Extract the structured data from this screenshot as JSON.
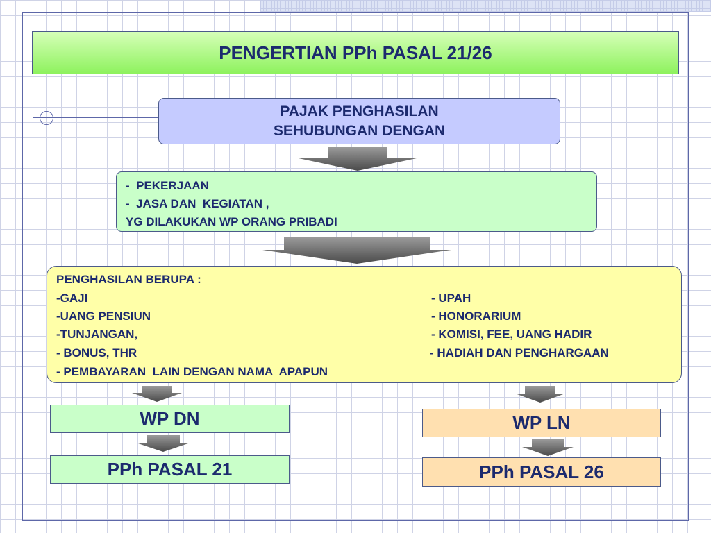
{
  "title": "PENGERTIAN PPh PASAL 21/26",
  "pajak": {
    "line1": "PAJAK PENGHASILAN",
    "line2": "SEHUBUNGAN DENGAN"
  },
  "pekerjaan": {
    "line1": "-  PEKERJAAN",
    "line2": "-  JASA DAN  KEGIATAN ,",
    "line3": "YG DILAKUKAN WP ORANG PRIBADI"
  },
  "penghasilan": {
    "heading": "PENGHASILAN BERUPA :",
    "left": [
      "-GAJI",
      "-UANG PENSIUN",
      "-TUNJANGAN,",
      "- BONUS, THR",
      "- PEMBAYARAN  LAIN DENGAN NAMA  APAPUN"
    ],
    "right": [
      "- UPAH",
      "- HONORARIUM",
      "- KOMISI, FEE, UANG HADIR",
      "- HADIAH DAN PENGHARGAAN"
    ]
  },
  "wp_dn": "WP DN",
  "pph21": "PPh PASAL 21",
  "wp_ln": "WP LN",
  "pph26": "PPh PASAL 26"
}
